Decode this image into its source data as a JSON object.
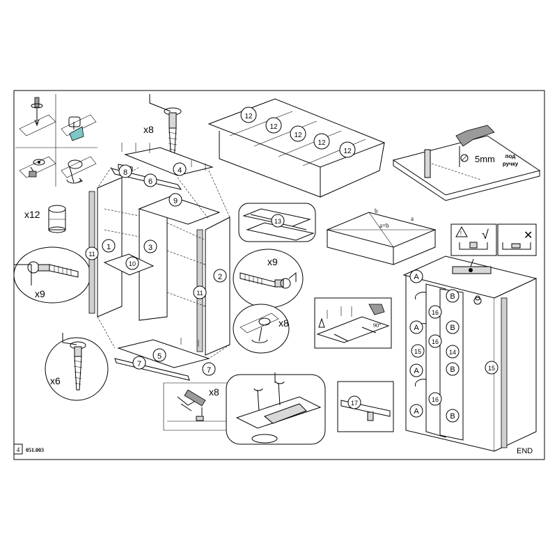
{
  "page_number": "4",
  "code": "051.003",
  "end_label": "END",
  "quantities": {
    "cams_top": "x8",
    "dowels": "x12",
    "bolts_left": "x9",
    "bolts_right": "x9",
    "cams_right": "x8",
    "screws_bottom": "x6",
    "nails": "x8"
  },
  "drill": {
    "diameter": "5mm",
    "note_line1": "под",
    "note_line2": "ручку"
  },
  "square_check": {
    "a": "a",
    "b": "b",
    "equality": "a=b"
  },
  "hinge_angle": "90°",
  "parts": {
    "p1": "1",
    "p2": "2",
    "p3": "3",
    "p4": "4",
    "p5": "5",
    "p6": "6",
    "p7": "7",
    "p8": "8",
    "p9": "9",
    "p10": "10",
    "p11": "11",
    "p12": "12",
    "p13": "13",
    "p14": "14",
    "p15": "15",
    "p16": "16",
    "p17": "17"
  },
  "hinge_letters": {
    "a": "A",
    "b": "B"
  },
  "warning_symbols": {
    "ok": "√",
    "wrong": "✕"
  },
  "icons": [
    "screwdriver-icon",
    "cam-lock-icon",
    "hammer-icon",
    "drill-icon",
    "spirit-level-icon",
    "warning-icon",
    "hinge-icon"
  ]
}
